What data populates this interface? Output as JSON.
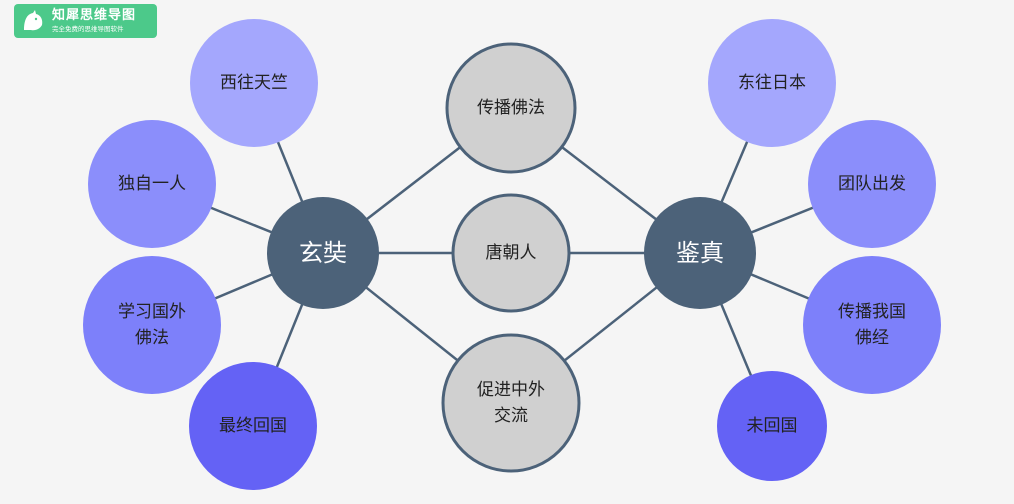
{
  "logo": {
    "title": "知犀思维导图",
    "subtitle": "完全免费的思维导图软件",
    "icon": "rhino-icon"
  },
  "diagram": {
    "left_hub": {
      "label": "玄奘"
    },
    "right_hub": {
      "label": "鉴真"
    },
    "shared": [
      {
        "lines": [
          "传播佛法"
        ]
      },
      {
        "lines": [
          "唐朝人"
        ]
      },
      {
        "lines": [
          "促进中外",
          "交流"
        ]
      }
    ],
    "left_items": [
      {
        "lines": [
          "西往天竺"
        ]
      },
      {
        "lines": [
          "独自一人"
        ]
      },
      {
        "lines": [
          "学习国外",
          "佛法"
        ]
      },
      {
        "lines": [
          "最终回国"
        ]
      }
    ],
    "right_items": [
      {
        "lines": [
          "东往日本"
        ]
      },
      {
        "lines": [
          "团队出发"
        ]
      },
      {
        "lines": [
          "传播我国",
          "佛经"
        ]
      },
      {
        "lines": [
          "未回国"
        ]
      }
    ]
  },
  "colors": {
    "background": "#f5f5f5",
    "hub": "#4c6279",
    "shared_fill": "#d0d0d0",
    "shared_stroke": "#4c6279",
    "edge": "#4c6279",
    "item_1": "#a4a7fd",
    "item_2": "#8b8efb",
    "item_3": "#7d80fa",
    "item_4": "#6462f5",
    "logo": "#4cc98a"
  }
}
